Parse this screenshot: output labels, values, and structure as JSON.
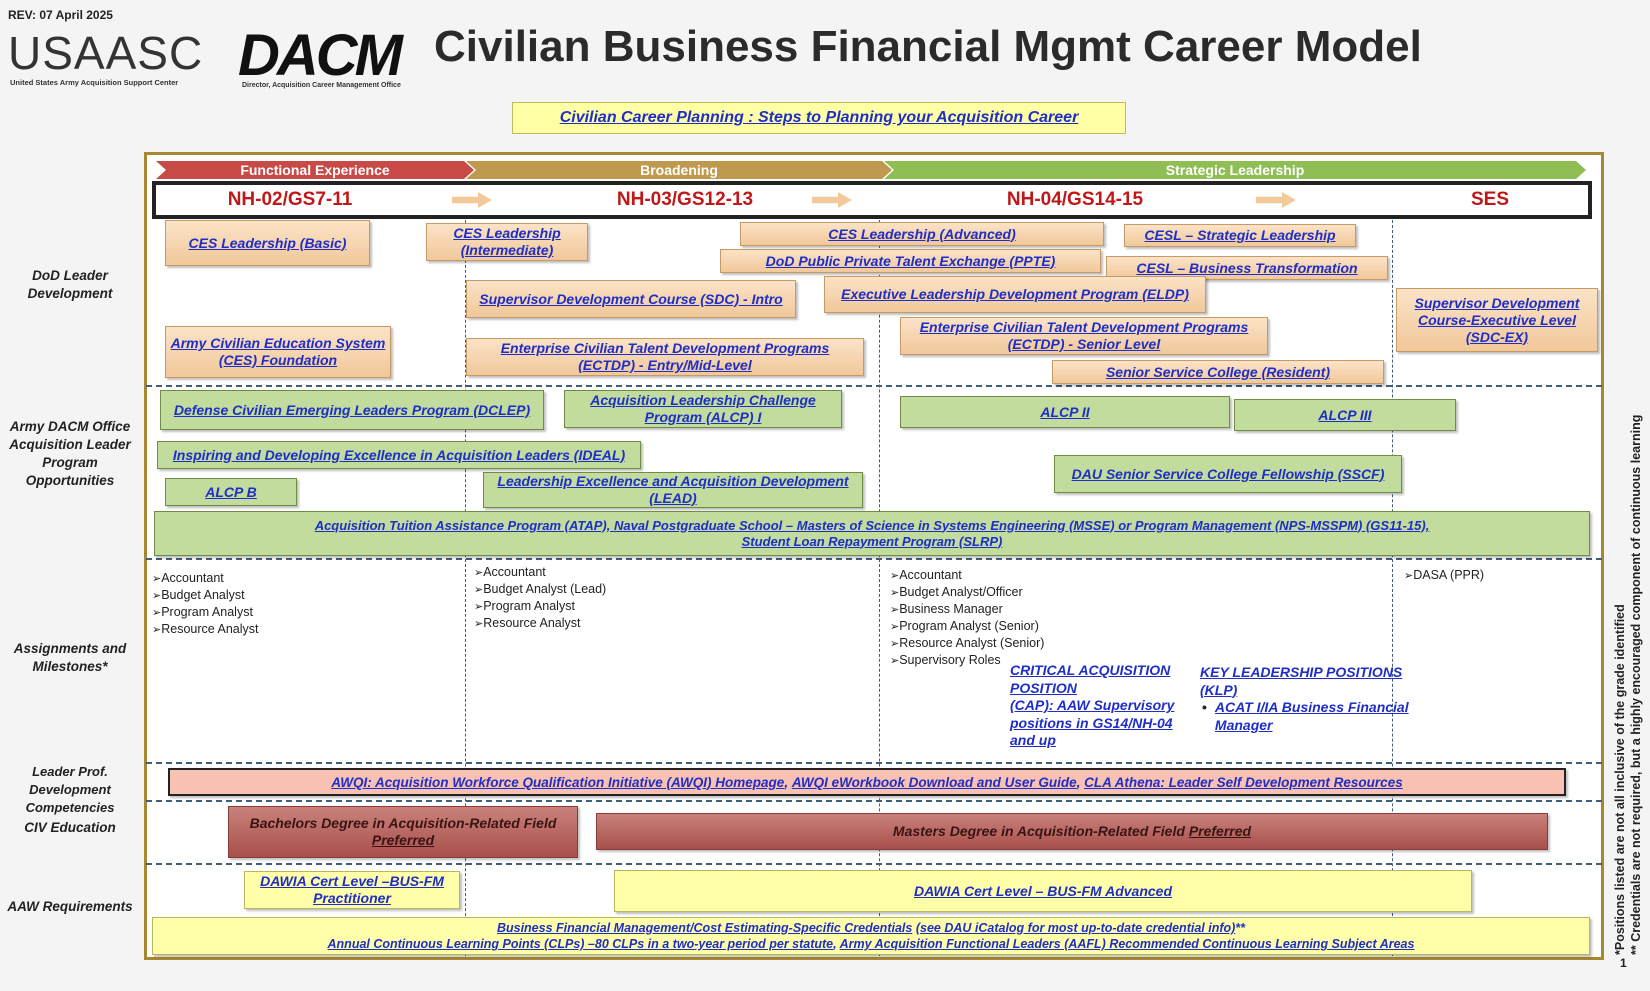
{
  "header": {
    "rev": "REV: 07 April 2025",
    "usaasc_logo": "USAASC",
    "usaasc_sub": "United States Army Acquisition Support Center",
    "dacm_logo": "DACM",
    "dacm_sub": "Director, Acquisition Career Management Office",
    "title": "Civilian Business Financial Mgmt Career Model",
    "planning_link": "Civilian Career Planning : Steps to Planning your Acquisition Career"
  },
  "phases": [
    "Functional Experience",
    "Broadening",
    "Strategic Leadership"
  ],
  "phase_colors": [
    "#c74a47",
    "#bf9a4e",
    "#8fbf54"
  ],
  "grades": [
    "NH-02/GS7-11",
    "NH-03/GS12-13",
    "NH-04/GS14-15",
    "SES"
  ],
  "row_labels": {
    "dod": "DoD Leader Development",
    "army": "Army DACM Office Acquisition Leader Program Opportunities",
    "assign": "Assignments and Milestones*",
    "lpd": "Leader Prof. Development Competencies",
    "civ": "CIV Education",
    "aaw": "AAW Requirements"
  },
  "dod": {
    "ces_basic": "CES Leadership (Basic)",
    "ces_inter": "CES Leadership (Intermediate)",
    "ces_adv": "CES Leadership (Advanced)",
    "cesl_strat": "CESL – Strategic Leadership",
    "ppte": "DoD Public Private Talent Exchange (PPTE)",
    "cesl_bt": "CESL – Business Transformation",
    "sdc_intro": "Supervisor Development Course (SDC) - Intro",
    "eldp": "Executive Leadership Development Program (ELDP)",
    "sdc_ex": "Supervisor Development Course-Executive Level (SDC-EX)",
    "ectdp_senior": "Enterprise Civilian Talent Development Programs (ECTDP) - Senior Level",
    "ces_foundation": "Army Civilian Education System (CES) Foundation",
    "ectdp_entry": "Enterprise Civilian Talent Development Programs (ECTDP) - Entry/Mid-Level",
    "ssc_resident": "Senior Service College (Resident)"
  },
  "army": {
    "dclep": "Defense Civilian Emerging Leaders Program (DCLEP)",
    "alcp1": "Acquisition Leadership Challenge Program (ALCP) I",
    "alcp2": "ALCP II",
    "alcp3": "ALCP III",
    "ideal": "Inspiring and Developing Excellence in Acquisition Leaders (IDEAL)",
    "sscf": "DAU Senior Service College Fellowship (SSCF)",
    "alcpb": "ALCP B",
    "lead": "Leadership Excellence and Acquisition Development (LEAD)",
    "atap_line1": "Acquisition Tuition Assistance Program (ATAP), Naval Postgraduate School – Masters of Science in Systems Engineering (MSSE) or Program Management (NPS-MSSPM) (GS11-15),",
    "atap_line2": "Student Loan Repayment Program (SLRP)"
  },
  "assignments": {
    "col1": [
      "Accountant",
      "Budget Analyst",
      "Program Analyst",
      "Resource Analyst"
    ],
    "col2": [
      "Accountant",
      "Budget Analyst (Lead)",
      "Program Analyst",
      "Resource Analyst"
    ],
    "col3": [
      "Accountant",
      "Budget Analyst/Officer",
      "Business Manager",
      "Program Analyst (Senior)",
      "Resource Analyst (Senior)",
      "Supervisory Roles"
    ],
    "col4": [
      "DASA (PPR)"
    ],
    "cap_title": "CRITICAL ACQUISITION POSITION",
    "cap_text": "(CAP): AAW Supervisory positions in GS14/NH-04 and up",
    "klp_title": "KEY LEADERSHIP POSITIONS (KLP)",
    "klp_item": "ACAT I/IA Business Financial Manager"
  },
  "lpd": {
    "link1": "AWQI: Acquisition Workforce Qualification Initiative (AWQI) Homepage",
    "link2": "AWQI eWorkbook Download and User Guide",
    "link3": "CLA Athena: Leader Self Development Resources"
  },
  "civ": {
    "bachelors": "Bachelors Degree in  Acquisition-Related Field",
    "masters": "Masters Degree in Acquisition-Related Field",
    "preferred": "Preferred"
  },
  "aaw": {
    "practitioner": "DAWIA Cert Level –BUS-FM Practitioner",
    "advanced": "DAWIA Cert Level – BUS-FM Advanced",
    "cred_a": "Business Financial Management/Cost Estimating-Specific Credentials",
    "cred_b": "(see DAU iCatalog for most up-to-date credential info)",
    "cred_c": "**",
    "clp_a": "Annual Continuous Learning Points (CLPs) –80 CLPs in a two-year period per statute",
    "clp_b": "Army Acquisition Functional Leaders (AAFL) Recommended Continuous Learning Subject Areas"
  },
  "side_note1": "*Positions listed are not all inclusive of the grade identified",
  "side_note2": "** Credentials are not required, but a highly encouraged component of continuous learning",
  "page_number": "1"
}
